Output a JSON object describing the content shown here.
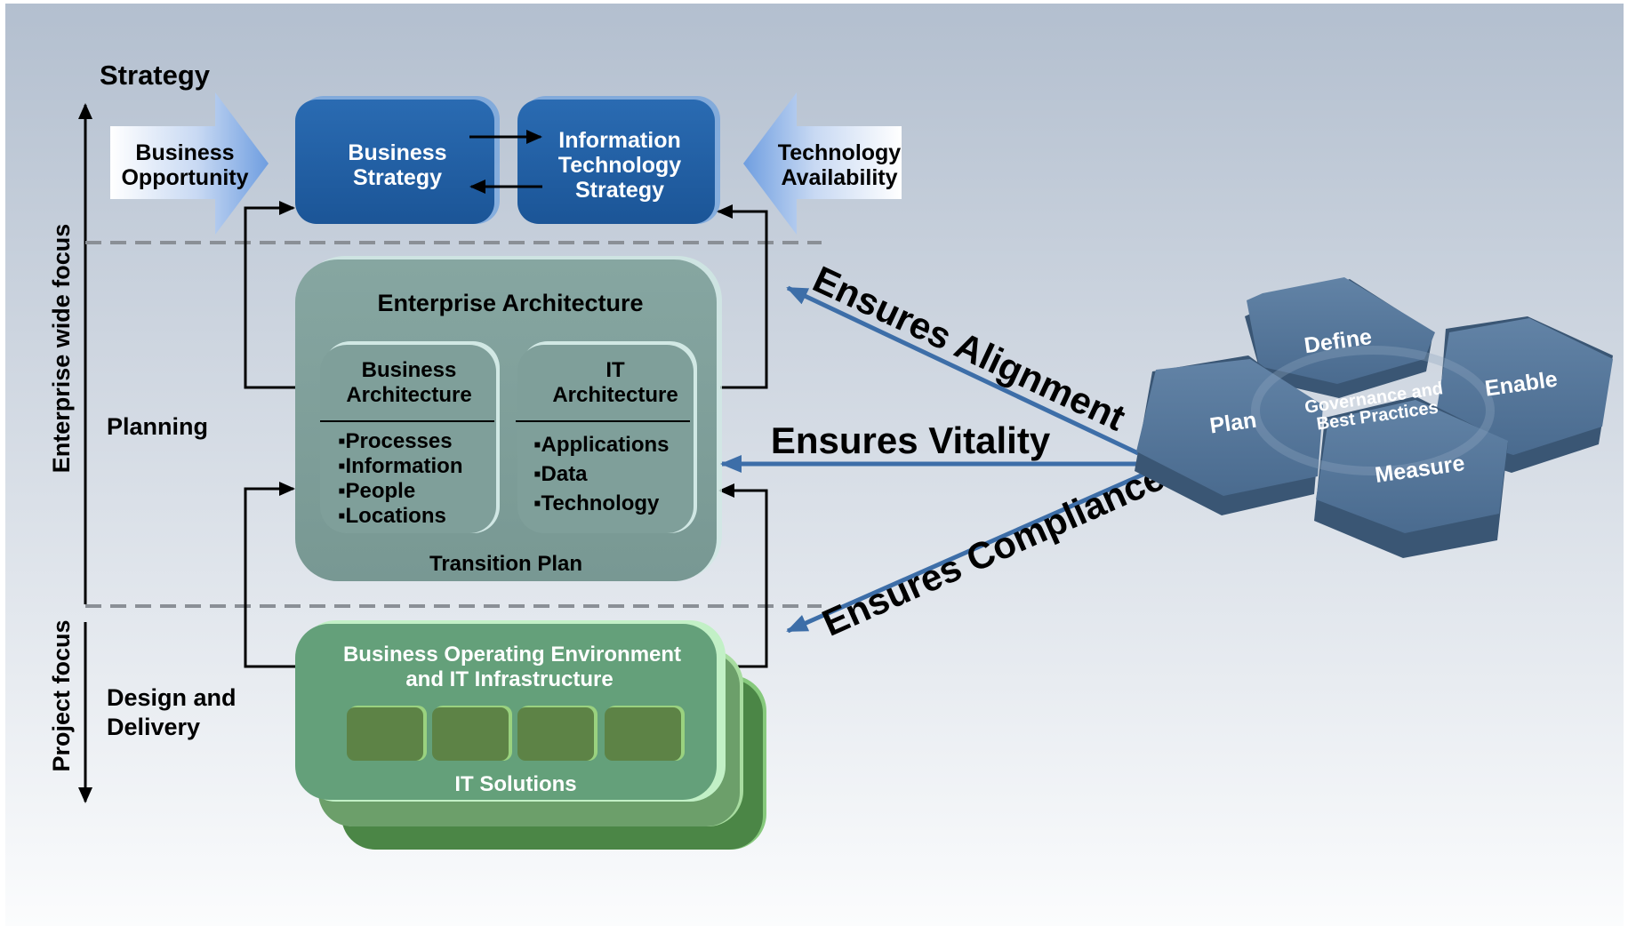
{
  "labels": {
    "strategy": "Strategy",
    "planning": "Planning",
    "design_delivery_line1": "Design and",
    "design_delivery_line2": "Delivery",
    "enterprise_focus": "Enterprise wide focus",
    "project_focus": "Project focus"
  },
  "inputs": {
    "business_opportunity": [
      "Business",
      "Opportunity"
    ],
    "technology_availability": [
      "Technology",
      "Availability"
    ]
  },
  "strategy_boxes": {
    "business_strategy": [
      "Business",
      "Strategy"
    ],
    "it_strategy": [
      "Information",
      "Technology",
      "Strategy"
    ]
  },
  "enterprise_architecture": {
    "title": "Enterprise Architecture",
    "business_arch": {
      "title": [
        "Business",
        "Architecture"
      ],
      "items": [
        "▪Processes",
        "▪Information",
        "▪People",
        "▪Locations"
      ]
    },
    "it_arch": {
      "title": [
        "IT",
        "Architecture"
      ],
      "items": [
        "▪Applications",
        "▪Data",
        "▪Technology"
      ]
    },
    "footer": "Transition Plan"
  },
  "operating_env": {
    "title": [
      "Business Operating Environment",
      "and IT Infrastructure"
    ],
    "footer": "IT Solutions"
  },
  "ensures": {
    "alignment": "Ensures Alignment",
    "vitality": "Ensures Vitality",
    "compliance": "Ensures Compliance"
  },
  "governance": {
    "plan": "Plan",
    "define": "Define",
    "enable": "Enable",
    "measure": "Measure",
    "center": [
      "Governance and",
      "Best Practices"
    ]
  },
  "colors": {
    "strategy_blue": "#1f5fa3",
    "ea_teal": "#7f9f9a",
    "env_green": "#64a07a",
    "hex_blue": "#4e6f92",
    "arrow_blue": "#3d6ea8"
  }
}
